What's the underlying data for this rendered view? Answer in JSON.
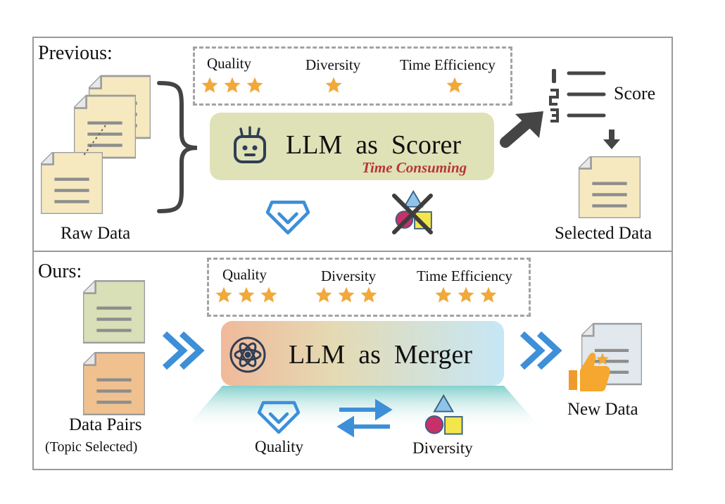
{
  "previous": {
    "title": "Previous:",
    "criteria": [
      {
        "label": "Quality",
        "stars": 3
      },
      {
        "label": "Diversity",
        "stars": 1
      },
      {
        "label": "Time Efficiency",
        "stars": 1
      }
    ],
    "model_label": "LLM  as  Scorer",
    "warning": "Time Consuming",
    "raw_label": "Raw Data",
    "score_label": "Score",
    "selected_label": "Selected Data"
  },
  "ours": {
    "title": "Ours:",
    "criteria": [
      {
        "label": "Quality",
        "stars": 3
      },
      {
        "label": "Diversity",
        "stars": 3
      },
      {
        "label": "Time Efficiency",
        "stars": 3
      }
    ],
    "model_label": "LLM  as  Merger",
    "pairs_label": "Data Pairs",
    "pairs_sub": "(Topic Selected)",
    "new_label": "New Data",
    "quality_label": "Quality",
    "diversity_label": "Diversity"
  },
  "colors": {
    "star": "#f0a93a",
    "arrow_blue": "#3d8fd8",
    "doc_yellow": "#f6e9bf",
    "doc_green": "#d9dfb6",
    "doc_orange": "#f0c18f",
    "doc_grey": "#e1e8ee",
    "warning_red": "#b8353a",
    "scorer_bg": "#dfe2b6"
  }
}
